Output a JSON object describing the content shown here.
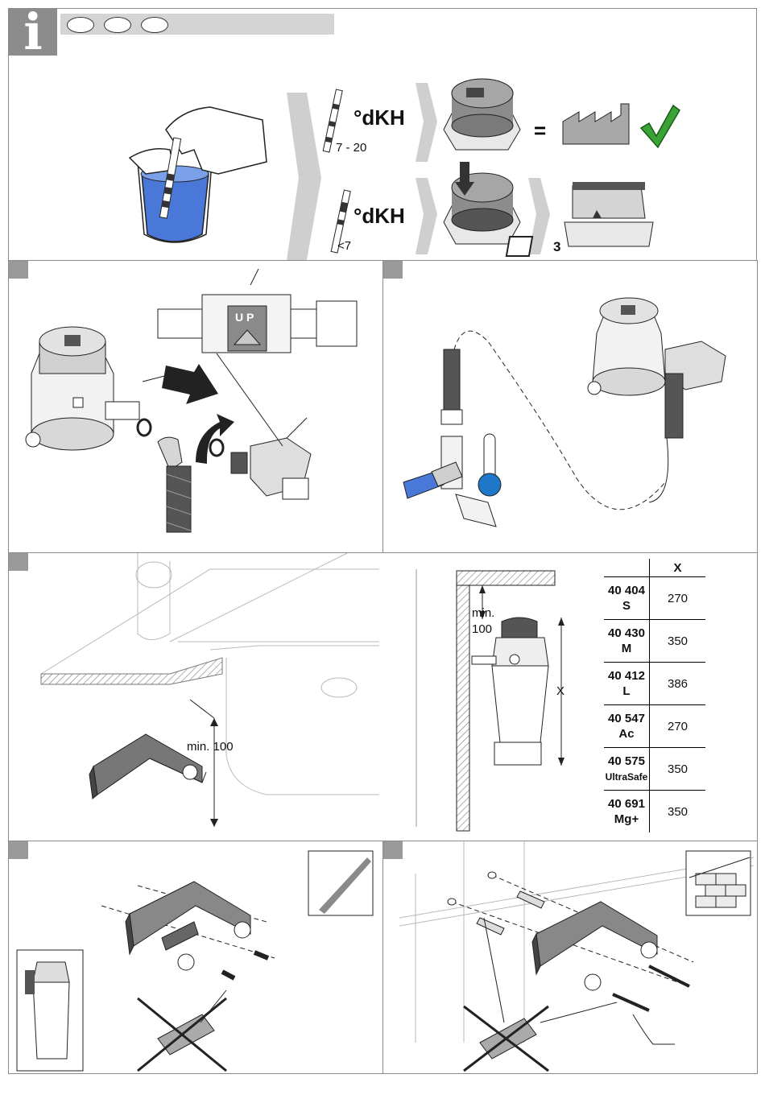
{
  "info": {
    "icon_letter": "i",
    "language_dots": [
      "",
      "",
      ""
    ]
  },
  "water_test": {
    "unit_label_a": "°dKH",
    "range_a": "7 - 20",
    "unit_label_b": "°dKH",
    "range_b": "<7",
    "equals_sign": "=",
    "setting_number": "3"
  },
  "valve": {
    "up_label": "U P"
  },
  "mounting": {
    "min_label": "min. 100",
    "min_label_side_line1": "min.",
    "min_label_side_line2": "100",
    "x_label": "X"
  },
  "table": {
    "header": "X",
    "rows": [
      {
        "code": "40 404",
        "size": "S",
        "x": "270"
      },
      {
        "code": "40 430",
        "size": "M",
        "x": "350"
      },
      {
        "code": "40 412",
        "size": "L",
        "x": "386"
      },
      {
        "code": "40 547",
        "size": "Ac",
        "x": "270"
      },
      {
        "code": "40 575",
        "size": "UltraSafe",
        "x": "350"
      },
      {
        "code": "40 691",
        "size": "Mg+",
        "x": "350"
      }
    ]
  },
  "colors": {
    "water_blue": "#4a78d8",
    "check_green": "#3aa335",
    "gray_panel": "#cfcfcf",
    "dark_gray": "#555555"
  }
}
